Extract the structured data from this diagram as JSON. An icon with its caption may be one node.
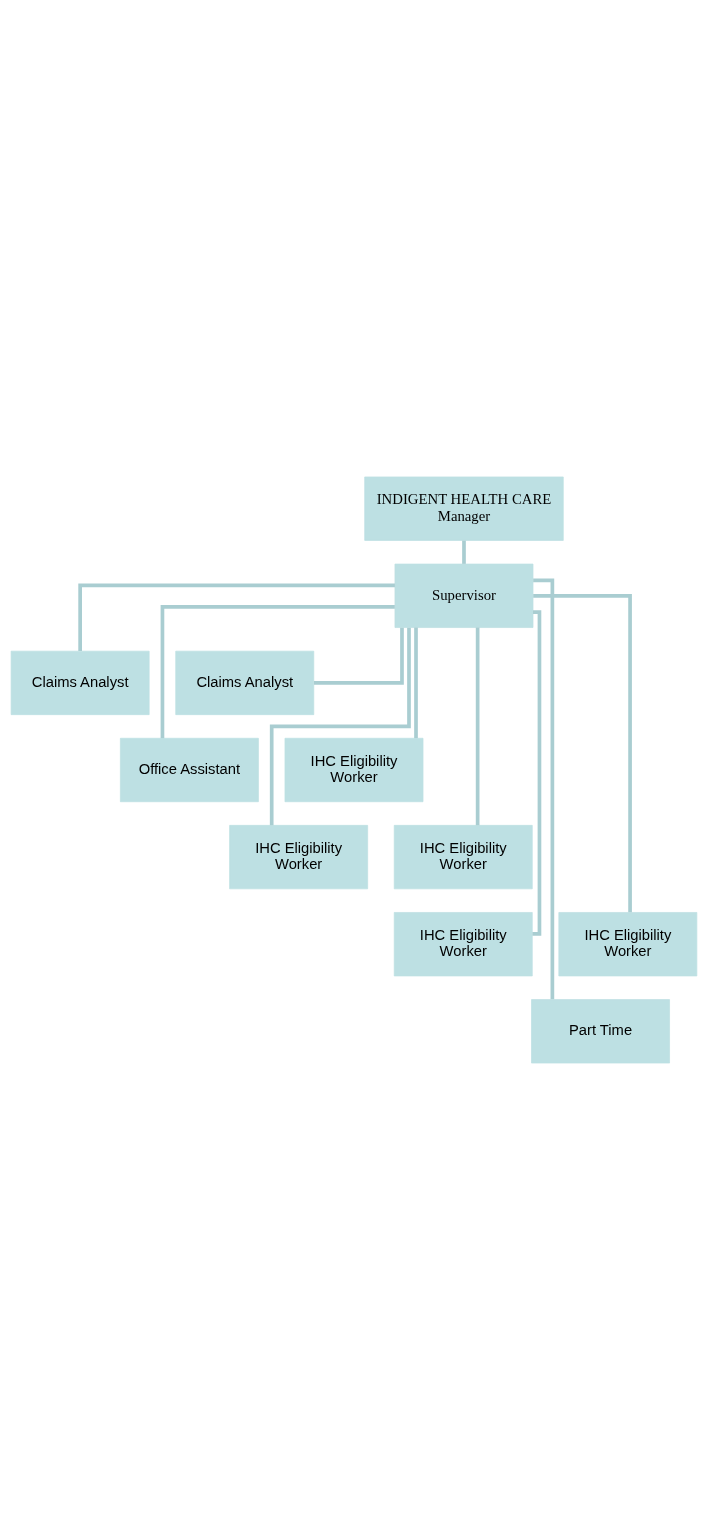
{
  "diagram": {
    "nodes": [
      {
        "text": [
          "INDIGENT HEALTH CARE Manager"
        ]
      },
      {
        "text": [
          "Supervisor"
        ]
      },
      {
        "text": [
          "Claims Analyst"
        ]
      },
      {
        "text": [
          "Claims Analyst"
        ]
      },
      {
        "text": [
          "Office Assistant"
        ]
      },
      {
        "text": [
          "IHC Eligibility Worker"
        ]
      },
      {
        "text": [
          "IHC Eligibility Worker"
        ]
      },
      {
        "text": [
          "IHC Eligibility Worker"
        ]
      },
      {
        "text": [
          "IHC Eligibility Worker"
        ]
      },
      {
        "text": [
          "IHC Eligibility Worker"
        ]
      },
      {
        "text": [
          "Part Time"
        ]
      }
    ],
    "edges": [
      {
        "from": 0,
        "to": 1,
        "arrow": "none"
      },
      {
        "from": 1,
        "to": 2,
        "arrow": "none"
      },
      {
        "from": 1,
        "to": 3,
        "arrow": "none"
      },
      {
        "from": 1,
        "to": 4,
        "arrow": "none"
      },
      {
        "from": 1,
        "to": 5,
        "arrow": "none"
      },
      {
        "from": 1,
        "to": 6,
        "arrow": "none"
      },
      {
        "from": 1,
        "to": 7,
        "arrow": "none"
      },
      {
        "from": 1,
        "to": 8,
        "arrow": "none"
      },
      {
        "from": 1,
        "to": 9,
        "arrow": "none"
      },
      {
        "from": 1,
        "to": 10,
        "arrow": "none"
      }
    ]
  }
}
